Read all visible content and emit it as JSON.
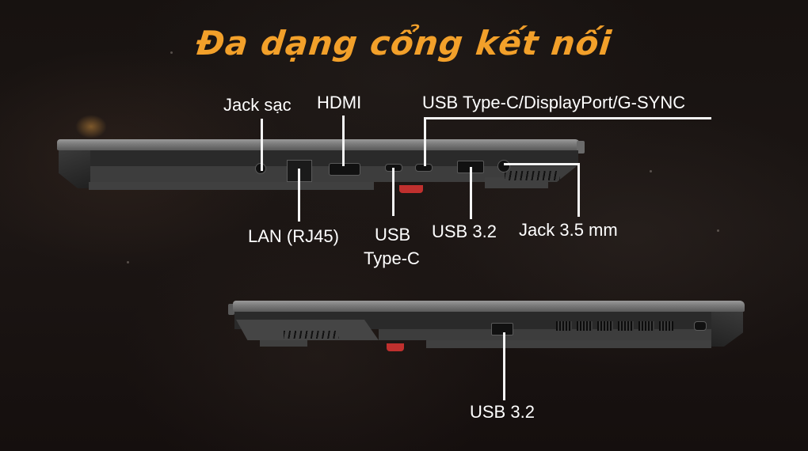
{
  "title": "Đa dạng cổng kết nối",
  "colors": {
    "title": "#f2a02a",
    "label": "#ffffff",
    "background": "#140f0e"
  },
  "top_view": {
    "labels": {
      "charging_jack": "Jack sạc",
      "hdmi": "HDMI",
      "usb_c_dp_gsync": "USB Type-C/DisplayPort/G-SYNC",
      "lan": "LAN (RJ45)",
      "usb_c_line1": "USB",
      "usb_c_line2": "Type-C",
      "usb32": "USB 3.2",
      "audio_jack": "Jack 3.5 mm"
    }
  },
  "bottom_view": {
    "labels": {
      "usb32": "USB 3.2"
    }
  }
}
